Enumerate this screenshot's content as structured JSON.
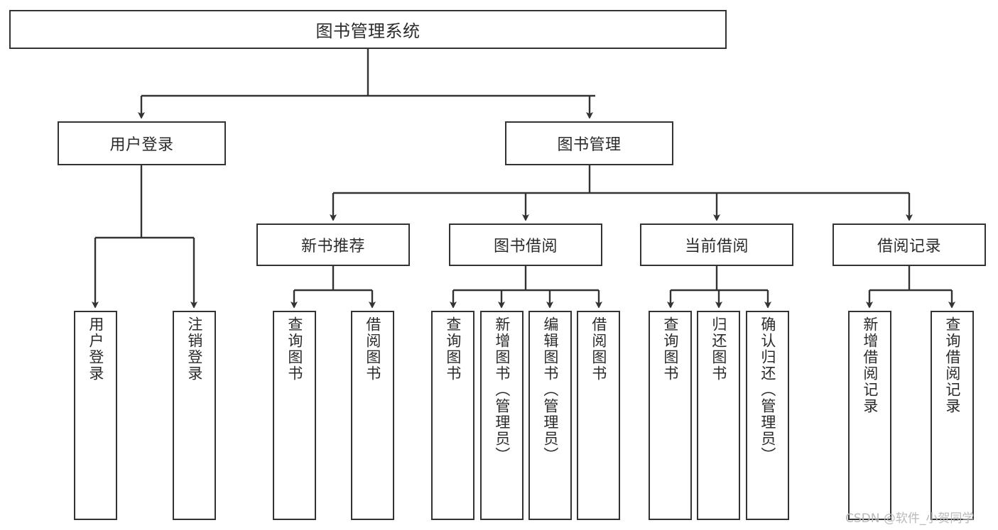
{
  "diagram": {
    "title": "图书管理系统",
    "watermark": "CSDN @软件_小贺同学",
    "colors": {
      "background": "#ffffff",
      "border": "#333333",
      "text": "#2b2b2b",
      "watermark": "#b9b9b9"
    },
    "nodes": {
      "root": "图书管理系统",
      "level2": {
        "user_login": "用户登录",
        "book_manage": "图书管理"
      },
      "level3": {
        "new_book_recommend": "新书推荐",
        "book_borrow": "图书借阅",
        "current_borrow": "当前借阅",
        "borrow_record": "借阅记录"
      },
      "leaves": {
        "user_login_1": "用户登录",
        "user_login_2": "注销登录",
        "new_book_1": "查询图书",
        "new_book_2": "借阅图书",
        "borrow_1": "查询图书",
        "borrow_2": "新增图书（管理员）",
        "borrow_3": "编辑图书（管理员）",
        "borrow_4": "借阅图书",
        "current_1": "查询图书",
        "current_2": "归还图书",
        "current_3": "确认归还（管理员）",
        "record_1": "新增借阅记录",
        "record_2": "查询借阅记录"
      }
    },
    "tree": {
      "type": "hierarchy",
      "levels": 4,
      "edges": [
        {
          "from": "图书管理系统",
          "to": "用户登录"
        },
        {
          "from": "图书管理系统",
          "to": "图书管理"
        },
        {
          "from": "用户登录",
          "to": "用户登录"
        },
        {
          "from": "用户登录",
          "to": "注销登录"
        },
        {
          "from": "图书管理",
          "to": "新书推荐"
        },
        {
          "from": "图书管理",
          "to": "图书借阅"
        },
        {
          "from": "图书管理",
          "to": "当前借阅"
        },
        {
          "from": "图书管理",
          "to": "借阅记录"
        },
        {
          "from": "新书推荐",
          "to": "查询图书"
        },
        {
          "from": "新书推荐",
          "to": "借阅图书"
        },
        {
          "from": "图书借阅",
          "to": "查询图书"
        },
        {
          "from": "图书借阅",
          "to": "新增图书（管理员）"
        },
        {
          "from": "图书借阅",
          "to": "编辑图书（管理员）"
        },
        {
          "from": "图书借阅",
          "to": "借阅图书"
        },
        {
          "from": "当前借阅",
          "to": "查询图书"
        },
        {
          "from": "当前借阅",
          "to": "归还图书"
        },
        {
          "from": "当前借阅",
          "to": "确认归还（管理员）"
        },
        {
          "from": "借阅记录",
          "to": "新增借阅记录"
        },
        {
          "from": "借阅记录",
          "to": "查询借阅记录"
        }
      ]
    }
  }
}
